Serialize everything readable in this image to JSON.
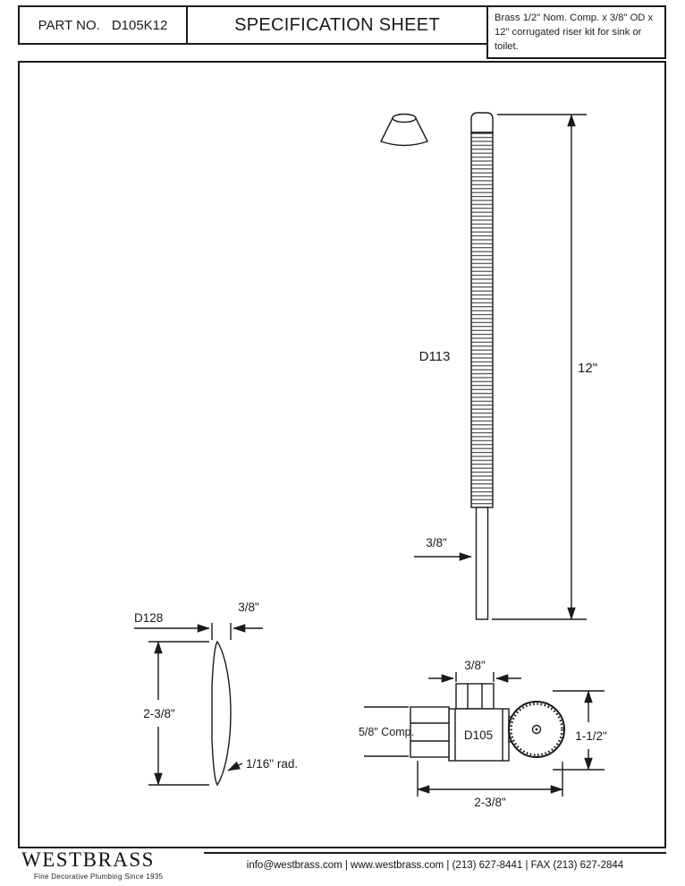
{
  "header": {
    "part_label": "PART NO.",
    "part_value": "D105K12",
    "title": "SPECIFICATION SHEET",
    "description": "Brass 1/2\" Nom. Comp. x 3/8\" OD x 12\" corrugated riser kit for sink or toilet."
  },
  "drawing": {
    "riser_label": "D113",
    "riser_length": "12\"",
    "riser_od": "3/8\"",
    "flange_label": "D128",
    "flange_width": "3/8\"",
    "flange_height": "2-3/8\"",
    "flange_radius": "1/16\" rad.",
    "valve_label": "D105",
    "valve_outlet": "3/8\"",
    "valve_inlet": "5/8\" Comp.",
    "valve_height": "1-1/2\"",
    "valve_width": "2-3/8\""
  },
  "footer": {
    "brand": "WESTBRASS",
    "tagline": "Fine Decorative Plumbing Since 1935",
    "contact": "info@westbrass.com  |  www.westbrass.com   |   (213) 627-8441   |   FAX (213) 627-2844"
  },
  "colors": {
    "ink": "#1a1a1a",
    "background": "#ffffff"
  }
}
